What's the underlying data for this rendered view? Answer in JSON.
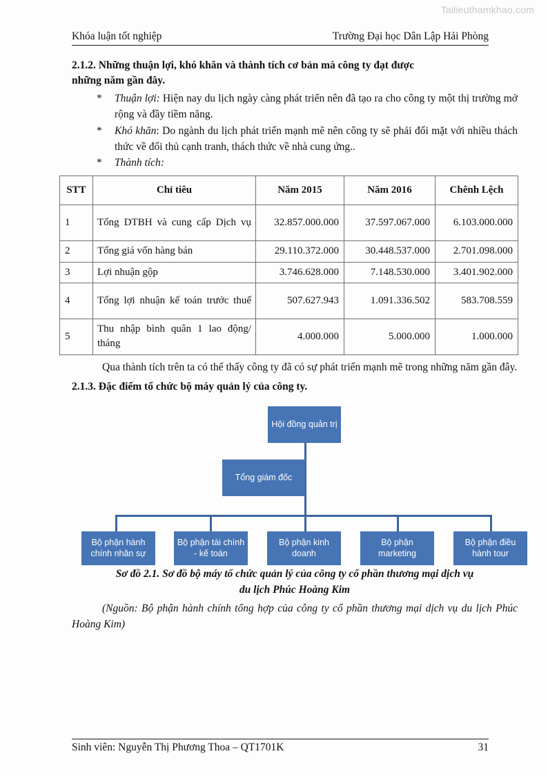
{
  "watermark": "Tailieuthamkhao.com",
  "header": {
    "left": "Khóa luận tốt nghiệp",
    "right": "Trường Đại học Dân Lập Hải Phòng"
  },
  "section_212": {
    "heading_line1": "2.1.2. Những thuận lợi, khó khăn  và thành tích cơ bản mà công ty đạt được",
    "heading_line2": "những năm gần đây.",
    "bullets": [
      {
        "marker": "*",
        "label": "Thuận lợi:",
        "text": " Hiện nay du lịch ngày càng phát triển nên đã tạo ra cho công ty một thị trường mở rộng và đầy tiềm năng."
      },
      {
        "marker": "*",
        "label": "Khó khăn",
        "text": ": Do ngành du lịch phát triển mạnh mẽ nên công ty sẽ phải  đối mặt với nhiều thách thức về đối thủ cạnh tranh, thách thức về nhà cung ứng.."
      },
      {
        "marker": "*",
        "label": "Thành tích:",
        "text": ""
      }
    ]
  },
  "table": {
    "columns": [
      "STT",
      "Chỉ tiêu",
      "Năm 2015",
      "Năm 2016",
      "Chênh Lệch"
    ],
    "rows": [
      {
        "stt": "1",
        "name": "Tổng DTBH và cung cấp Dịch vụ",
        "y2015": "32.857.000.000",
        "y2016": "37.597.067.000",
        "diff": "6.103.000.000"
      },
      {
        "stt": "2",
        "name": "Tổng giá vốn hàng bán",
        "y2015": "29.110.372.000",
        "y2016": "30.448.537.000",
        "diff": "2.701.098.000"
      },
      {
        "stt": "3",
        "name": "Lợi nhuận gộp",
        "y2015": "3.746.628.000",
        "y2016": "7.148.530.000",
        "diff": "3.401.902.000"
      },
      {
        "stt": "4",
        "name": "Tổng lợi nhuận kế toán trước thuế",
        "y2015": "507.627.943",
        "y2016": "1.091.336.502",
        "diff": "583.708.559"
      },
      {
        "stt": "5",
        "name": "Thu nhập bình quân 1 lao động/ tháng",
        "y2015": "4.000.000",
        "y2016": "5.000.000",
        "diff": "1.000.000"
      }
    ]
  },
  "paragraph_after_table": "Qua thành tích trên ta có thể thấy công ty đã có sự phát triển mạnh mẽ trong những năm gần đây.",
  "section_213": {
    "heading": "2.1.3. Đặc điểm tổ chức bộ máy quản lý của công ty."
  },
  "orgchart": {
    "node_color": "#4674b4",
    "connector_color": "#3a659f",
    "nodes": {
      "board": "Hội đồng quản trị",
      "ceo": "Tổng giám đốc",
      "departments": [
        "Bộ phận hành chính nhân sự",
        "Bộ phận tài chính - kế toán",
        "Bộ phận kinh doanh",
        "Bộ phận marketing",
        "Bộ phận điều hành tour"
      ]
    }
  },
  "caption": {
    "line1": "Sơ đồ 2.1. Sơ đồ bộ máy tổ chức quản lý của công ty cổ phần thương mại dịch vụ",
    "line2": "du lịch Phúc Hoàng Kim"
  },
  "source_note": "(Nguồn: Bộ phận hành chính tổng hợp của công ty cổ phần thương mại dịch vụ du lịch Phúc Hoàng Kim)",
  "footer": {
    "left": "Sinh viên: Nguyễn Thị Phương Thoa – QT1701K",
    "page": "31"
  }
}
